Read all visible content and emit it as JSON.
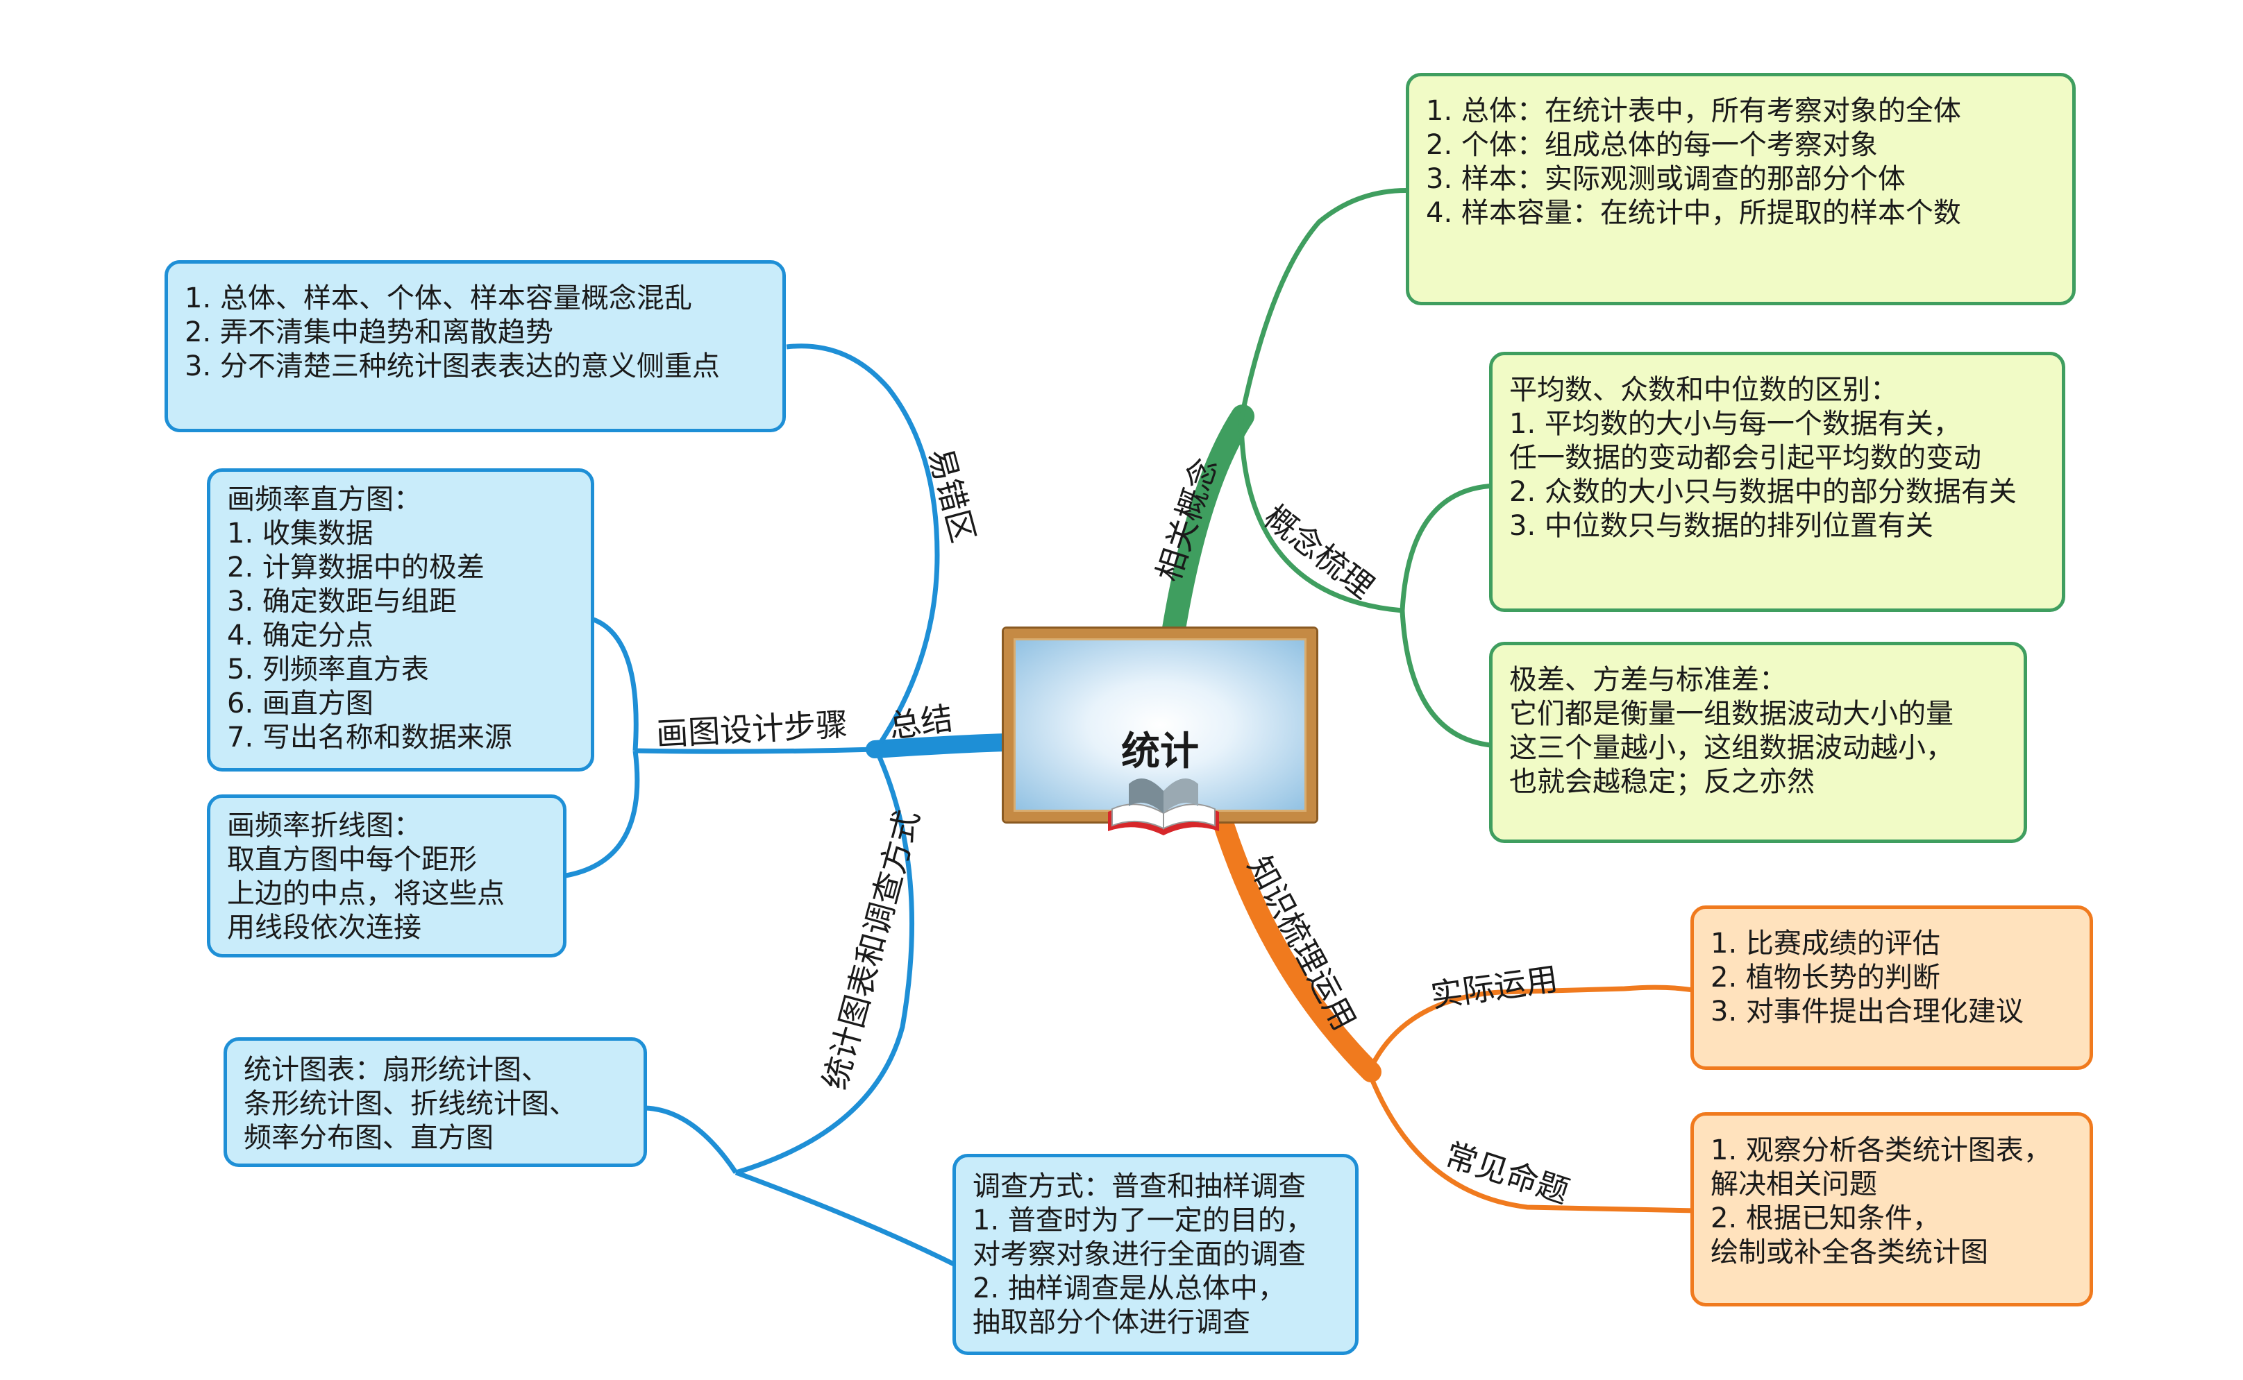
{
  "center": {
    "title": "统计"
  },
  "branches": {
    "concepts": {
      "label": "相关概念",
      "box": [
        "1. 总体：在统计表中，所有考察对象的全体",
        "2. 个体：组成总体的每一个考察对象",
        "3. 样本：实际观测或调查的那部分个体",
        "4. 样本容量：在统计中，所提取的样本个数"
      ],
      "sub_label": "概念梳理",
      "sub_boxes": [
        [
          "平均数、众数和中位数的区别：",
          "1. 平均数的大小与每一个数据有关，",
          "任一数据的变动都会引起平均数的变动",
          "2. 众数的大小只与数据中的部分数据有关",
          "3. 中位数只与数据的排列位置有关"
        ],
        [
          "极差、方差与标准差：",
          "它们都是衡量一组数据波动大小的量",
          "这三个量越小，这组数据波动越小，",
          "也就会越稳定；反之亦然"
        ]
      ]
    },
    "knowledge": {
      "label": "知识梳理运用",
      "children": [
        {
          "label": "实际运用",
          "box": [
            "1. 比赛成绩的评估",
            "2. 植物长势的判断",
            "3. 对事件提出合理化建议"
          ]
        },
        {
          "label": "常见命题",
          "box": [
            "1. 观察分析各类统计图表，",
            "解决相关问题",
            "2. 根据已知条件，",
            "绘制或补全各类统计图"
          ]
        }
      ]
    },
    "summary": {
      "label": "总结",
      "error_zone": {
        "label": "易错区",
        "box": [
          "1. 总体、样本、个体、样本容量概念混乱",
          "2. 弄不清集中趋势和离散趋势",
          "3. 分不清楚三种统计图表表达的意义侧重点"
        ]
      },
      "drawing_steps": {
        "label": "画图设计步骤",
        "boxes": [
          [
            "画频率直方图：",
            "1. 收集数据",
            "2. 计算数据中的极差",
            "3. 确定数距与组距",
            "4. 确定分点",
            "5. 列频率直方表",
            "6. 画直方图",
            "7. 写出名称和数据来源"
          ],
          [
            "画频率折线图：",
            "取直方图中每个距形",
            "上边的中点，将这些点",
            "用线段依次连接"
          ]
        ]
      },
      "charts_survey": {
        "label": "统计图表和调查方式",
        "boxes": [
          [
            "统计图表：扇形统计图、",
            "条形统计图、折线统计图、",
            "频率分布图、直方图"
          ],
          [
            "调查方式：普查和抽样调查",
            "1. 普查时为了一定的目的，",
            "对考察对象进行全面的调查",
            "2. 抽样调查是从总体中，",
            "抽取部分个体进行调查"
          ]
        ]
      }
    }
  },
  "colors": {
    "blue": "#1e8fd6",
    "green": "#3f9e5f",
    "orange": "#f07a1e"
  }
}
